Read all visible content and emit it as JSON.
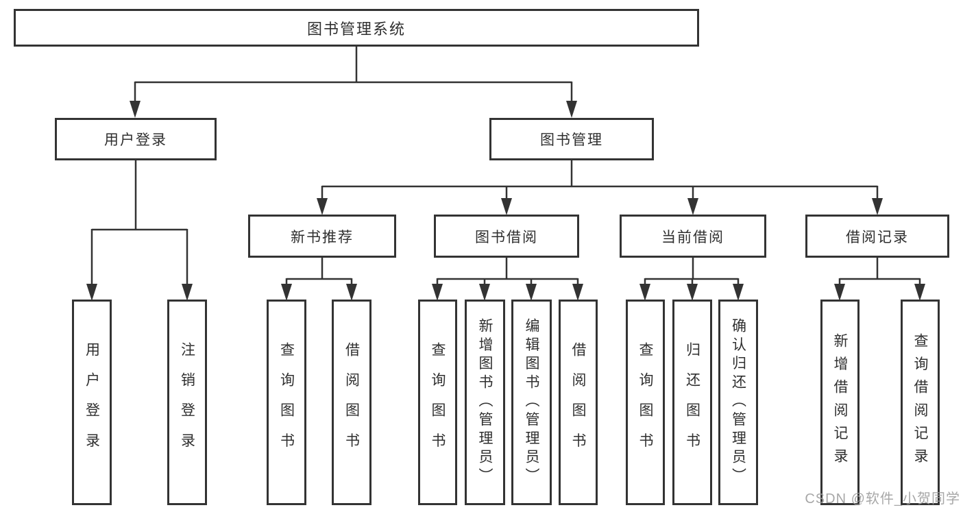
{
  "title": "图书管理系统",
  "watermark": "CSDN @软件_小贺同学",
  "colors": {
    "line": "#333333",
    "text": "#2f2f2f",
    "watermark": "#9e9e9e"
  },
  "nodes": {
    "level2": [
      {
        "label": "用户登录"
      },
      {
        "label": "图书管理"
      }
    ],
    "level3": [
      {
        "label": "新书推荐"
      },
      {
        "label": "图书借阅"
      },
      {
        "label": "当前借阅"
      },
      {
        "label": "借阅记录"
      }
    ],
    "leaves": {
      "user_login": [
        "用户登录",
        "注销登录"
      ],
      "new_book": [
        "查询图书",
        "借阅图书"
      ],
      "book_borrow": [
        "查询图书",
        "新增图书（管理员）",
        "编辑图书（管理员）",
        "借阅图书"
      ],
      "current_borrow": [
        "查询图书",
        "归还图书",
        "确认归还（管理员）"
      ],
      "borrow_record": [
        "新增借阅记录",
        "查询借阅记录"
      ]
    }
  }
}
